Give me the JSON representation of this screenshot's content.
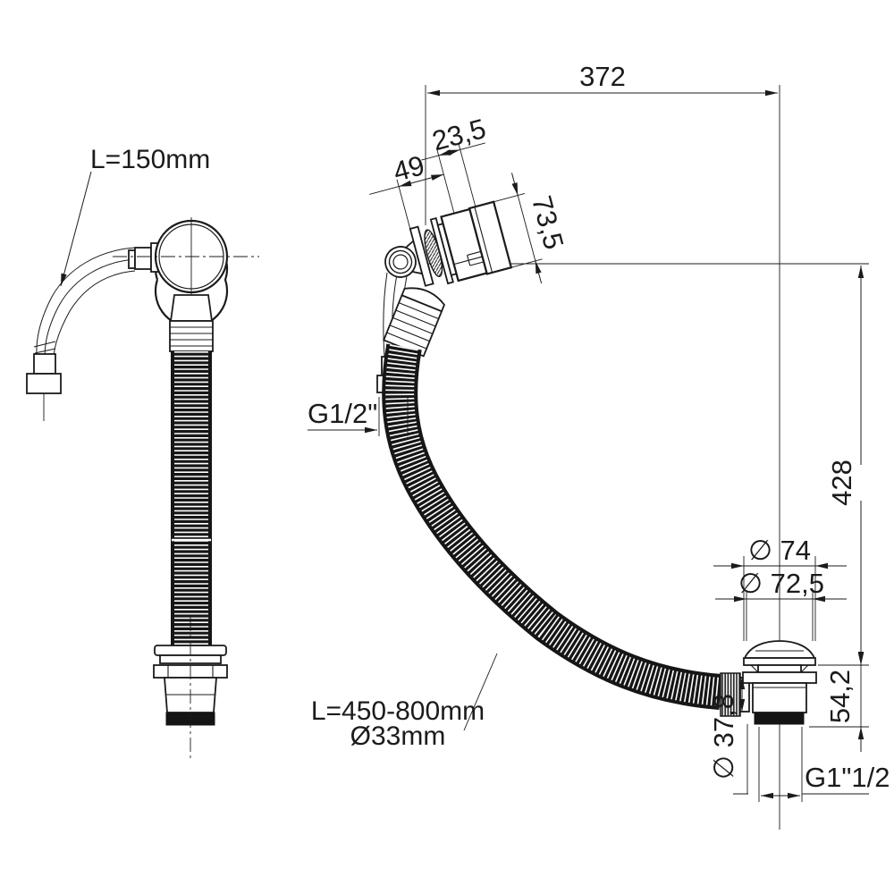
{
  "drawing": {
    "left_view": {
      "overflow_hose_length_label": "L=150mm"
    },
    "right_view": {
      "dim_total_width": "372",
      "dim_cover_depth": "23,5",
      "dim_head_depth": "49",
      "dim_face_diameter": "73,5",
      "overflow_hose_thread_label": "G1/2\"",
      "dim_total_height": "428",
      "dim_cap_diameter": "∅ 74",
      "dim_flange_diameter": "∅ 72,5",
      "dim_drain_body_height": "54,2",
      "dim_inlet_diameter": "∅ 37,8",
      "drain_thread_label": "G1\"1/2",
      "main_hose_length_label": "L=450-800mm",
      "main_hose_diameter_label": "Ø33mm"
    }
  }
}
